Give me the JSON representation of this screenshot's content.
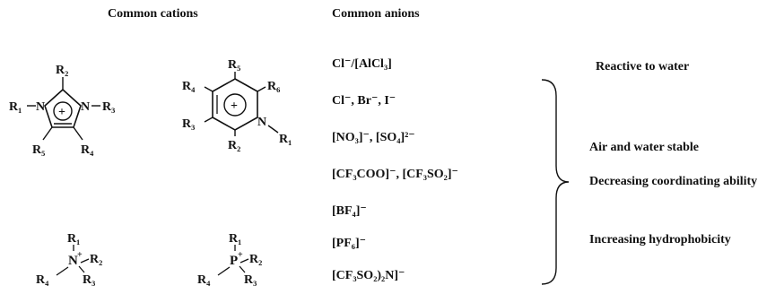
{
  "headers": {
    "cations": "Common cations",
    "anions": "Common anions"
  },
  "anions": [
    {
      "text": "Cl⁻/[AlCl₃]"
    },
    {
      "text": "Cl⁻, Br⁻, I⁻"
    },
    {
      "text": "[NO₃]⁻, [SO₄]²⁻"
    },
    {
      "text": "[CF₃COO]⁻, [CF₃SO₂]⁻"
    },
    {
      "text": "[BF₄]⁻"
    },
    {
      "text": "[PF₆]⁻"
    },
    {
      "text": "[CF₃SO₂)₂N]⁻"
    }
  ],
  "properties": {
    "reactive": "Reactive to water",
    "stable": "Air and water stable",
    "coordinating": "Decreasing coordinating ability",
    "hydrophobicity": "Increasing hydrophobicity"
  },
  "cation_labels": {
    "imidazolium": {
      "r1": "R₁",
      "r2": "R₂",
      "r3": "R₃",
      "r4": "R₄",
      "r5": "R₅",
      "n": "N",
      "plus": "+"
    },
    "pyridinium": {
      "r1": "R₁",
      "r2": "R₂",
      "r3": "R₃",
      "r4": "R₄",
      "r5": "R₅",
      "r6": "R₆",
      "n": "N",
      "plus": "+"
    },
    "ammonium": {
      "r1": "R₁",
      "r2": "R₂",
      "r3": "R₃",
      "r4": "R₄",
      "center": "N",
      "plus": "+"
    },
    "phosphonium": {
      "r1": "R₁",
      "r2": "R₂",
      "r3": "R₃",
      "r4": "R₄",
      "center": "P",
      "plus": "+"
    }
  }
}
